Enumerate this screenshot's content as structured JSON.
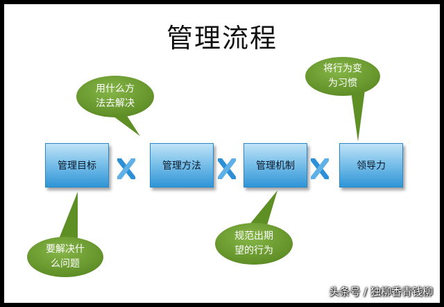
{
  "title": "管理流程",
  "boxes": [
    "管理目标",
    "管理方法",
    "管理机制",
    "领导力"
  ],
  "bubbles": {
    "top_left": [
      "用什么方",
      "法去解决"
    ],
    "top_right": [
      "将行为变",
      "为习惯"
    ],
    "bottom_left": [
      "要解决什",
      "么问题"
    ],
    "bottom_right": [
      "规范出期",
      "望的行为"
    ]
  },
  "watermark": "头条号 / 独柳香青钱柳",
  "colors": {
    "bubble": "#6a9a2c",
    "box_top": "#bfe3f7",
    "box_bottom": "#2f95d6",
    "cross": "#2d8fd5"
  }
}
